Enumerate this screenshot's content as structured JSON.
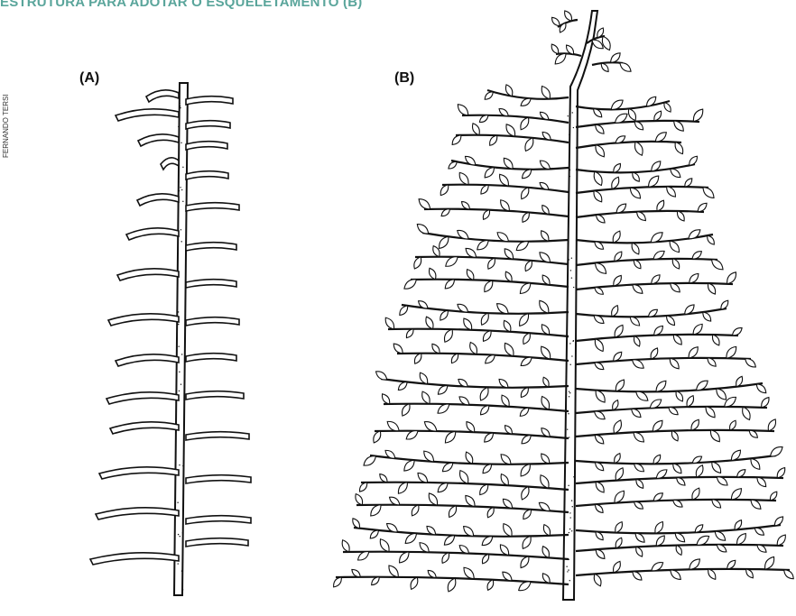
{
  "header": {
    "title": "ESTRUTURA PARA ADOTAR O ESQUELETAMENTO (B)"
  },
  "credit": "FERNANDO TERSI",
  "panels": [
    {
      "label": "(A)"
    },
    {
      "label": "(B)"
    }
  ],
  "colors": {
    "title": "#5aa59b",
    "ink": "#111111",
    "background": "#ffffff"
  }
}
